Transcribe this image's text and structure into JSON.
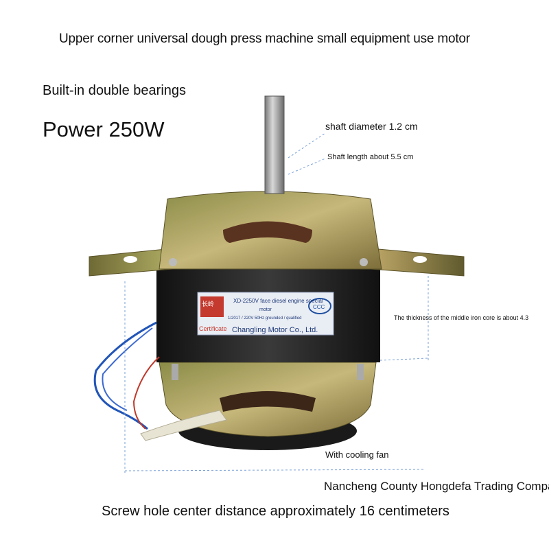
{
  "headline": "Upper corner universal dough press machine small equipment use motor",
  "features": {
    "bearings": "Built-in double bearings",
    "power": "Power 250W"
  },
  "annotations": {
    "shaft_diameter": "shaft diameter 1.2 cm",
    "shaft_length": "Shaft length about 5.5 cm",
    "iron_core": "The thickness of the middle iron core is about 4.3",
    "cooling_fan": "With cooling fan",
    "screw_distance": "Screw hole center distance approximately 16 centimeters"
  },
  "label_plate": {
    "model": "XD-2250V face diesel engine special",
    "model_line2": "motor",
    "specs": "1/2017 / 220V 50Hz grounded / qualified",
    "certificate": "Certificate",
    "maker": "Changling Motor Co., Ltd.",
    "brand_chars": "长岭",
    "ccc_mark": "CCC"
  },
  "seller": "Nancheng County Hongdefa Trading Company",
  "colors": {
    "housing": "#9c9a55",
    "iron_core": "#2a2a2a",
    "wire_blue": "#2155b8",
    "wire_red": "#c0392b",
    "dim_line": "#7aa0d8"
  }
}
